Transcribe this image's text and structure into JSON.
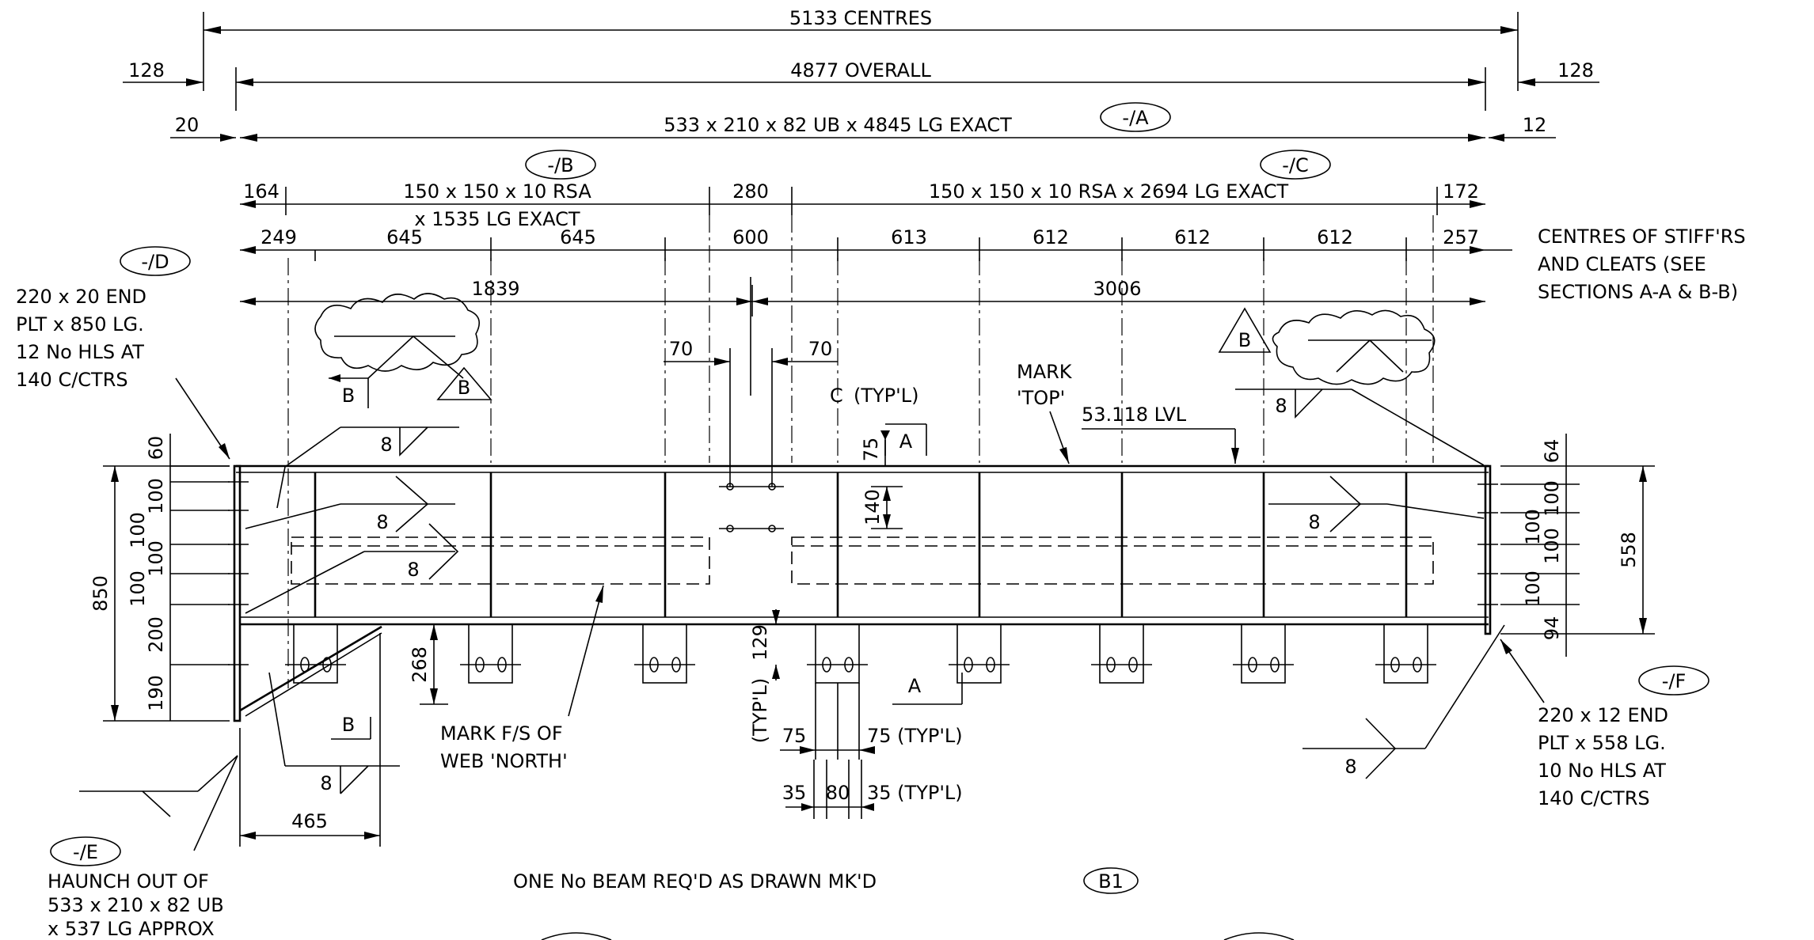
{
  "dimensions": {
    "centres": "5133 CENTRES",
    "overall": "4877 OVERALL",
    "offset_left_top": "128",
    "offset_right_top": "128",
    "offset_left_beam": "20",
    "offset_right_beam": "12",
    "beam_length": "533 x 210 x 82 UB x 4845 LG EXACT",
    "cleat_left_offset": "164",
    "cleat_left_label_1": "150 x 150 x 10 RSA",
    "cleat_left_label_2": "x 1535 LG EXACT",
    "cleat_gap": "280",
    "cleat_right_label": "150 x 150 x 10 RSA x 2694 LG EXACT",
    "cleat_right_offset": "172",
    "stiffener_spacings": [
      "249",
      "645",
      "645",
      "600",
      "613",
      "612",
      "612",
      "612",
      "257"
    ],
    "half_left": "1839",
    "half_right": "3006",
    "hole_offset_left": "70",
    "hole_offset_right": "70",
    "left_heights": [
      "60",
      "100",
      "100",
      "100",
      "100",
      "200",
      "190"
    ],
    "left_total": "850",
    "right_heights": [
      "64",
      "100",
      "100",
      "100",
      "100",
      "94"
    ],
    "right_total": "558",
    "haunch_depth": "268",
    "haunch_length": "465",
    "hole_pitch": "140",
    "top_hole_dim": "75",
    "bottom_gap": "129",
    "bottom_gap_note": "(TYP'L)",
    "plate_dim_left": "75",
    "plate_dim_right": "75 (TYP'L)",
    "plate_holes_1": "35",
    "plate_holes_2": "80",
    "plate_holes_3": "35 (TYP'L)"
  },
  "notes": {
    "stiffeners_1": "CENTRES OF STIFF'RS",
    "stiffeners_2": "AND CLEATS (SEE",
    "stiffeners_3": "SECTIONS A-A & B-B)",
    "end_plate_left_1": "220 x 20 END",
    "end_plate_left_2": "PLT x 850 LG.",
    "end_plate_left_3": "12 No HLS AT",
    "end_plate_left_4": "140 C/CTRS",
    "end_plate_right_1": "220 x 12 END",
    "end_plate_right_2": "PLT x 558 LG.",
    "end_plate_right_3": "10 No HLS AT",
    "end_plate_right_4": "140 C/CTRS",
    "haunch_1": "HAUNCH OUT OF",
    "haunch_2": "533 x 210 x 82 UB",
    "haunch_3": "x 537 LG APPROX",
    "mark_top_1": "MARK",
    "mark_top_2": "'TOP'",
    "level": "53.118 LVL",
    "centreline": "(TYP'L)",
    "mark_fs_1": "MARK F/S OF",
    "mark_fs_2": "WEB 'NORTH'",
    "quantity": "ONE No BEAM REQ'D AS DRAWN MK'D"
  },
  "callouts": {
    "beam": "-/A",
    "cleat_left": "-/B",
    "cleat_right": "-/C",
    "end_plate_left": "-/D",
    "haunch": "-/E",
    "end_plate_right": "-/F",
    "mark": "B1"
  },
  "sections": {
    "a": "A",
    "b": "B"
  },
  "weld_size": "8",
  "centreline_symbol": "C"
}
